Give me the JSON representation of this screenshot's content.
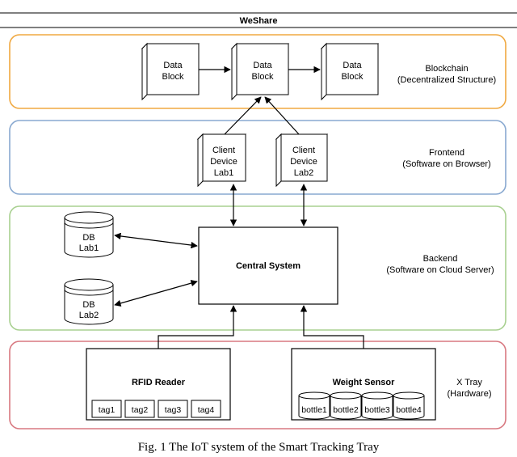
{
  "header": {
    "title": "WeShare"
  },
  "layers": {
    "blockchain": {
      "name": "Blockchain",
      "desc": "(Decentralized Structure)",
      "color": "#f0a840"
    },
    "frontend": {
      "name": "Frontend",
      "desc": "(Software on Browser)",
      "color": "#88a8d0"
    },
    "backend": {
      "name": "Backend",
      "desc": "(Software on Cloud Server)",
      "color": "#a8d090"
    },
    "hardware": {
      "name": "X Tray",
      "desc": "(Hardware)",
      "color": "#d87880"
    }
  },
  "blocks": [
    {
      "l1": "Data",
      "l2": "Block"
    },
    {
      "l1": "Data",
      "l2": "Block"
    },
    {
      "l1": "Data",
      "l2": "Block"
    }
  ],
  "clients": [
    {
      "l1": "Client",
      "l2": "Device",
      "l3": "Lab1"
    },
    {
      "l1": "Client",
      "l2": "Device",
      "l3": "Lab2"
    }
  ],
  "databases": [
    {
      "l1": "DB",
      "l2": "Lab1"
    },
    {
      "l1": "DB",
      "l2": "Lab2"
    }
  ],
  "central": {
    "label": "Central System"
  },
  "rfid": {
    "label": "RFID Reader",
    "tags": [
      "tag1",
      "tag2",
      "tag3",
      "tag4"
    ]
  },
  "weight": {
    "label": "Weight Sensor",
    "bottles": [
      "bottle1",
      "bottle2",
      "bottle3",
      "bottle4"
    ]
  },
  "caption": "Fig. 1 The IoT system of the Smart Tracking Tray"
}
